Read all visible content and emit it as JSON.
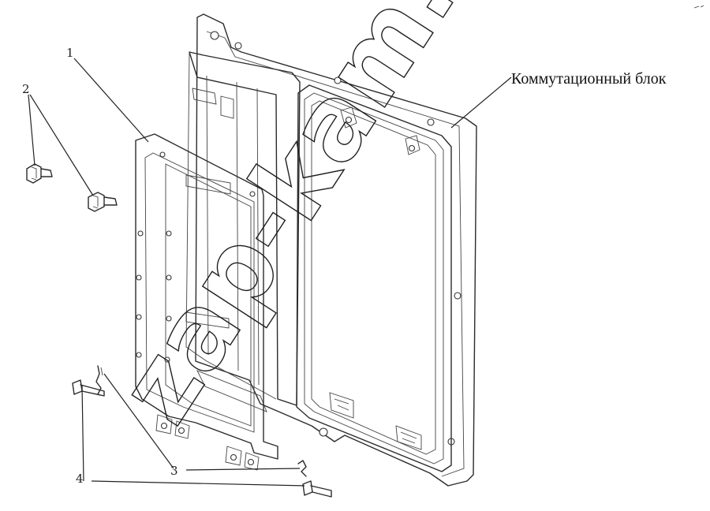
{
  "diagram": {
    "title": "Коммутационный блок",
    "watermark": "zap-kam.ru",
    "callouts": [
      {
        "id": "1",
        "label": "1"
      },
      {
        "id": "2",
        "label": "2"
      },
      {
        "id": "3",
        "label": "3"
      },
      {
        "id": "4",
        "label": "4"
      }
    ]
  },
  "colors": {
    "line": "#2b2b2b",
    "background": "#ffffff"
  }
}
